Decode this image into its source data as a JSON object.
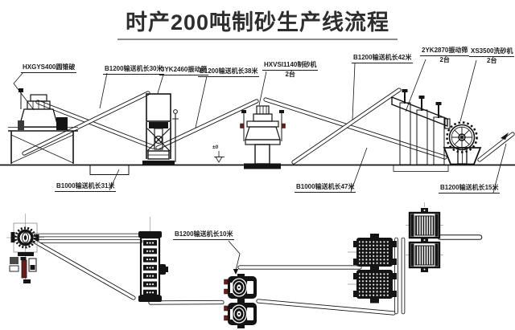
{
  "title": "时产200吨制砂生产线流程",
  "colors": {
    "ink": "#141414",
    "accent_maroon": "#6b1d1d",
    "underline_gray": "#8a8a8a"
  },
  "labels": {
    "cone_crusher": {
      "text": "HXGYS400圆锥破"
    },
    "conv30": {
      "text": "B1200输送机长30米"
    },
    "screen2460": {
      "text": "3YK2460振动筛"
    },
    "conv38": {
      "text": "B1200输送机长38米"
    },
    "sand_maker": {
      "text": "HXVSI1140制砂机",
      "qty": "2台"
    },
    "conv42": {
      "text": "B1200输送机长42米"
    },
    "screen2870": {
      "text": "2YK2870振动筛",
      "qty": "2台"
    },
    "sand_washer": {
      "text": "XS3500洗砂机",
      "qty": "2台"
    },
    "conv31": {
      "text": "B1000输送机长31米"
    },
    "conv47": {
      "text": "B1000输送机长47米"
    },
    "conv15": {
      "text": "B1200输送机长15米"
    },
    "conv10": {
      "text": "B1200输送机长10米"
    },
    "ground_level": {
      "text": "±0"
    }
  }
}
